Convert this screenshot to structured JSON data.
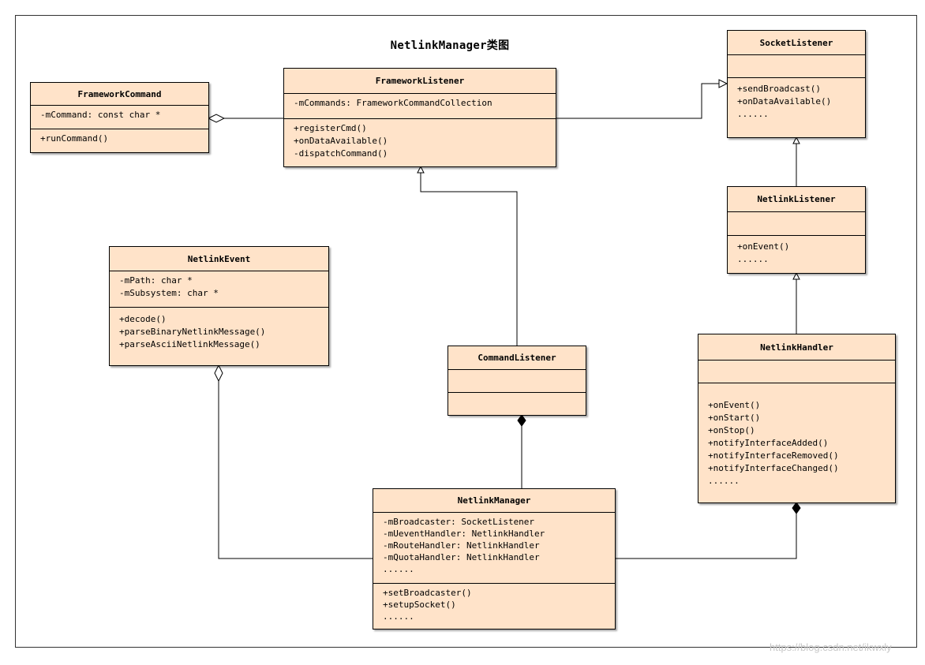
{
  "diagram": {
    "title": "NetlinkManager类图",
    "watermark": "https://blog.csdn.net/ikwxly"
  },
  "classes": {
    "framework_command": {
      "name": "FrameworkCommand",
      "attributes": [
        "-mCommand: const char *"
      ],
      "operations": [
        "+runCommand()"
      ]
    },
    "framework_listener": {
      "name": "FrameworkListener",
      "attributes": [
        "-mCommands: FrameworkCommandCollection"
      ],
      "operations": [
        "+registerCmd()",
        "+onDataAvailable()",
        "-dispatchCommand()"
      ]
    },
    "socket_listener": {
      "name": "SocketListener",
      "attributes": [],
      "operations": [
        "+sendBroadcast()",
        "+onDataAvailable()",
        "......"
      ]
    },
    "netlink_listener": {
      "name": "NetlinkListener",
      "attributes": [],
      "operations": [
        "+onEvent()",
        "......"
      ]
    },
    "netlink_event": {
      "name": "NetlinkEvent",
      "attributes": [
        "-mPath: char *",
        "-mSubsystem: char *"
      ],
      "operations": [
        "+decode()",
        "+parseBinaryNetlinkMessage()",
        "+parseAsciiNetlinkMessage()"
      ]
    },
    "command_listener": {
      "name": "CommandListener",
      "attributes": [],
      "operations": []
    },
    "netlink_handler": {
      "name": "NetlinkHandler",
      "attributes": [],
      "operations": [
        "+onEvent()",
        "+onStart()",
        "+onStop()",
        "+notifyInterfaceAdded()",
        "+notifyInterfaceRemoved()",
        "+notifyInterfaceChanged()",
        "......"
      ]
    },
    "netlink_manager": {
      "name": "NetlinkManager",
      "attributes": [
        "-mBroadcaster: SocketListener",
        "-mUeventHandler: NetlinkHandler",
        "-mRouteHandler: NetlinkHandler",
        "-mQuotaHandler: NetlinkHandler",
        "......"
      ],
      "operations": [
        "+setBroadcaster()",
        "+setupSocket()",
        "......"
      ]
    }
  },
  "style": {
    "class_fill": "#ffe3c9",
    "line_color": "#000000"
  }
}
